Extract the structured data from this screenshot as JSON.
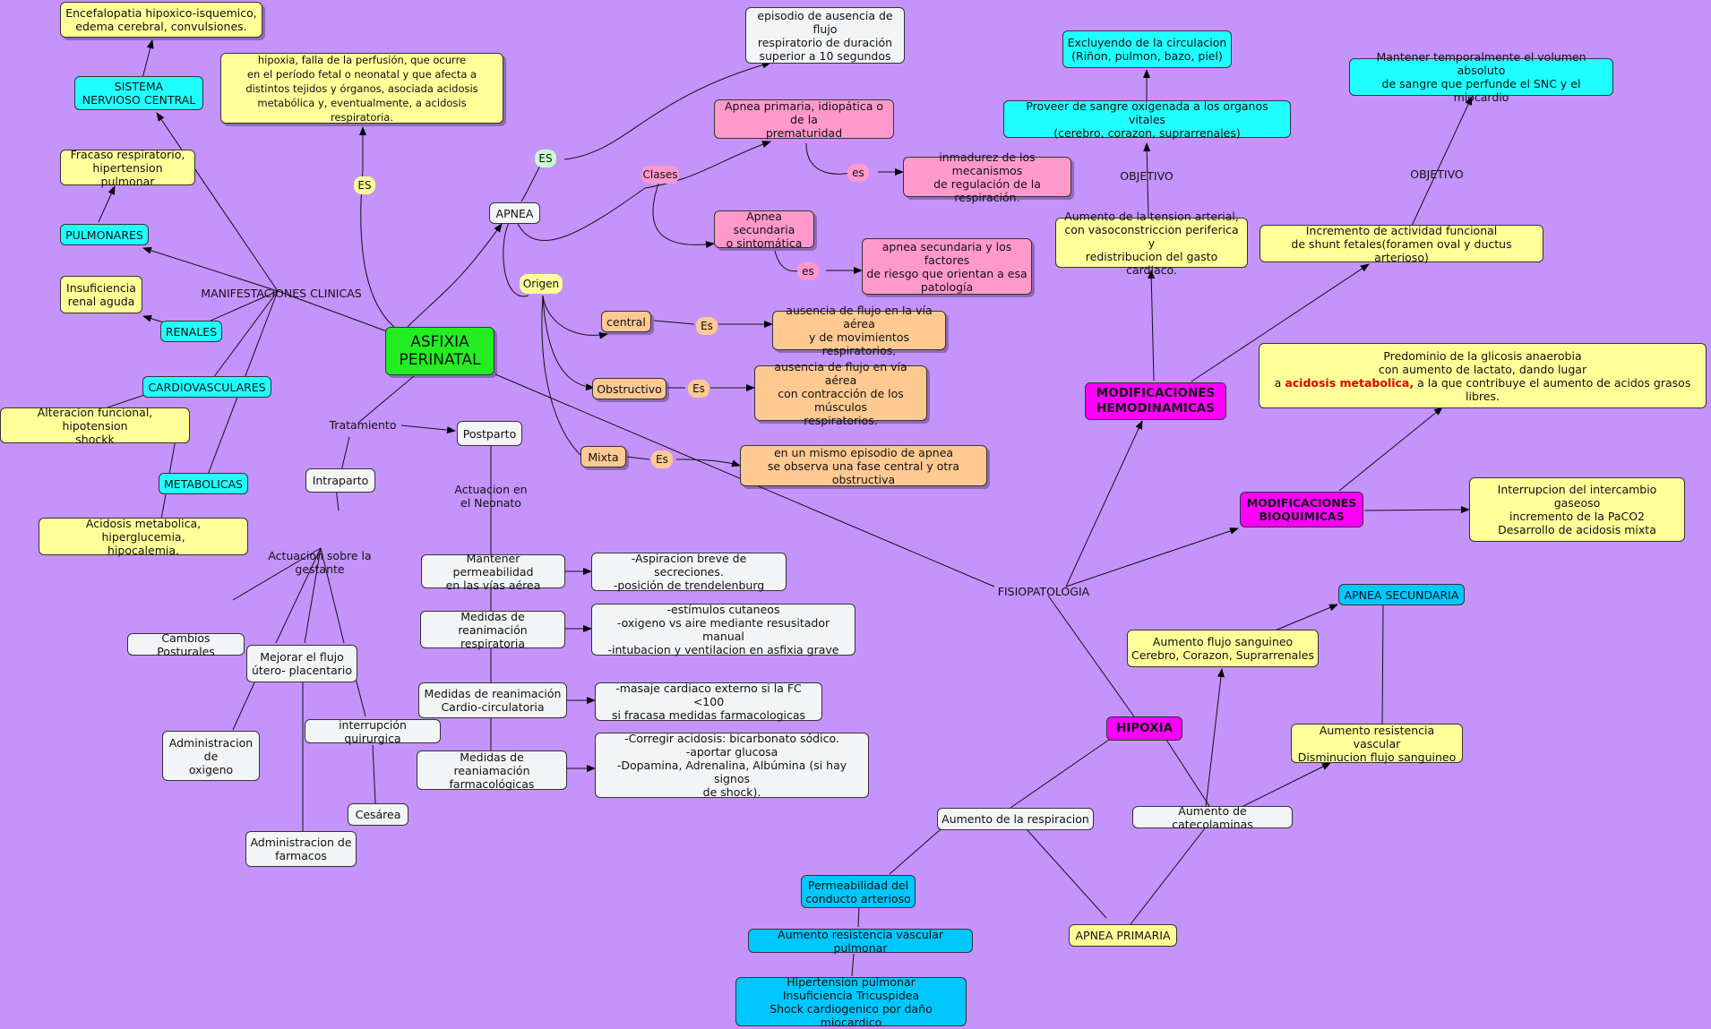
{
  "colors": {
    "background": "#c593fc",
    "yellow": "#ffff99",
    "cyan": "#20ffff",
    "white": "#f2f4f6",
    "pink": "#ff99cc",
    "orange": "#ffc992",
    "magenta": "#ff00ff",
    "blue": "#00c8ff",
    "green": "#22ee22",
    "emphasis": "#e00000"
  },
  "nodes": {
    "n_asfixia": "ASFIXIA\nPERINATAL",
    "n_def": "hipoxia, falla de la perfusión, que ocurre\nen el período fetal o neonatal y que afecta a\ndistintos tejidos y órganos, asociada acidosis\nmetabólica y, eventualmente, a acidosis respiratoria.",
    "n_es_def": "ES",
    "n_encef": "Encefalopatia hipoxico-isquemico,\nedema cerebral, convulsiones.",
    "n_snc": "SISTEMA\nNERVIOSO CENTRAL",
    "n_fracaso": "Fracaso respiratorio,\nhipertension pulmonar",
    "n_pulm": "PULMONARES",
    "n_insuf": "Insuficiencia\nrenal aguda",
    "n_renales": "RENALES",
    "n_manif": "MANIFESTACIONES CLINICAS",
    "n_cardio": "CARDIOVASCULARES",
    "n_alter": "Alteracion funcional, hipotension\nshockk",
    "n_metab": "METABOLICAS",
    "n_acid": "Acidosis metabolica, hiperglucemia,\nhipocalemia.",
    "n_apnea": "APNEA",
    "n_es_apnea": "ES",
    "n_episodio": "episodio de ausencia de flujo\nrespiratorio de duración\nsuperior a 10 segundos",
    "n_clases": "Clases",
    "n_ap_prim": "Apnea primaria, idiopática o de la\nprematuridad",
    "n_es1": "es",
    "n_inmad": "inmadurez de los mecanismos\nde regulación de la respiración.",
    "n_ap_sec": "Apnea secundaria\no sintomática",
    "n_es2": "es",
    "n_ap_sec_def": "apnea secundaria y los factores\nde riesgo que orientan a esa\npatología",
    "n_origen": "Origen",
    "n_central": "central",
    "n_es_c": "Es",
    "n_central_def": "ausencia de flujo en la vía aérea\ny de movimientos respiratorios,",
    "n_obstr": "Obstructivo",
    "n_es_o": "Es",
    "n_obstr_def": "ausencia de flujo en vía aérea\ncon contracción de los músculos\nrespiratorios.",
    "n_mixta": "Mixta",
    "n_es_m": "Es",
    "n_mixta_def": "en un mismo episodio de apnea\nse observa una fase central y otra obstructiva",
    "n_trat": "Tratamiento",
    "n_post": "Postparto",
    "n_intra": "Intraparto",
    "n_act_neo": "Actuacion en\nel Neonato",
    "n_act_gest": "Actuacion sobre la\ngestante",
    "n_mant": "Mantener permeabilidad\nen las vías aérea",
    "n_mant_d": "-Aspiracion breve de secreciones.\n-posición de trendelenburg",
    "n_rean_r": "Medidas de reanimación\nrespiratoria",
    "n_rean_r_d": "-estímulos cutaneos\n-oxigeno vs aire mediante resusitador manual\n-intubacion y ventilacion en asfixia grave",
    "n_rean_c": "Medidas de reanimación\nCardio-circulatoria",
    "n_rean_c_d": "-masaje cardiaco externo si la FC <100\nsi fracasa medidas farmacologicas",
    "n_rean_f": "Medidas de reaniamación\nfarmacológicas",
    "n_rean_f_d": "-Corregir acidosis: bicarbonato sódico.\n-aportar glucosa\n-Dopamina, Adrenalina, Albúmina (si hay signos\nde shock).",
    "n_cambios": "Cambios Posturales",
    "n_mejorar": "Mejorar el flujo\nútero- placentario",
    "n_admin_o": "Administracion\nde\noxigeno",
    "n_interr": "interrupción quirurgica",
    "n_cesarea": "Cesárea",
    "n_admin_f": "Administracion de\nfarmacos",
    "n_fisio": "FISIOPATOLOGIA",
    "n_hipoxia": "HIPOXIA",
    "n_mod_hemo": "MODIFICACIONES\nHEMODINAMICAS",
    "n_mod_bioq": "MODIFICACIONES\nBIOQUIMICAS",
    "n_aum_tens": "Aumento de la tension arterial,\ncon vasoconstriccion periferica y\nredistribucion del gasto cardiaco.",
    "n_obj1": "OBJETIVO",
    "n_proveer": "Proveer de sangre oxigenada a los organos vitales\n(cerebro, corazon, suprarrenales)",
    "n_excl": "Excluyendo de la circulacion\n(Riñon, pulmon, bazo, piel)",
    "n_incr": "Incremento de actividad funcional\nde shunt fetales(foramen oval y ductus arterioso)",
    "n_obj2": "OBJETIVO",
    "n_mant_temp": "Mantener temporalmente el volumen absoluto\nde sangre que perfunde el SNC y el miocardio",
    "n_pred_a": "Predominio de la glicosis anaerobia\ncon aumento de lactato, dando lugar\na ",
    "n_pred_b": "acidosis metabolica,",
    "n_pred_c": " a la que contribuye el aumento de acidos grasos libres.",
    "n_interr_inter": "Interrupcion del intercambio gaseoso\nincremento de la PaCO2\nDesarrollo de acidosis mixta",
    "n_ap_sec2": "APNEA SECUNDARIA",
    "n_aum_flujo": "Aumento flujo sanguineo\nCerebro, Corazon, Suprarrenales",
    "n_aum_res_v": "Aumento resistencia vascular\nDisminucion flujo sanguineo",
    "n_aum_resp": "Aumento de la respiracion",
    "n_aum_cat": "Aumento de catecolaminas",
    "n_ap_prim2": "APNEA PRIMARIA",
    "n_perm_ca": "Permeabilidad del\nconducto arterioso",
    "n_aum_rvp": "Aumento resistencia vascular pulmonar",
    "n_hipert": "Hipertension pulmonar\nInsuficiencia Tricuspidea\nShock cardiogenico por daño miocardico"
  }
}
